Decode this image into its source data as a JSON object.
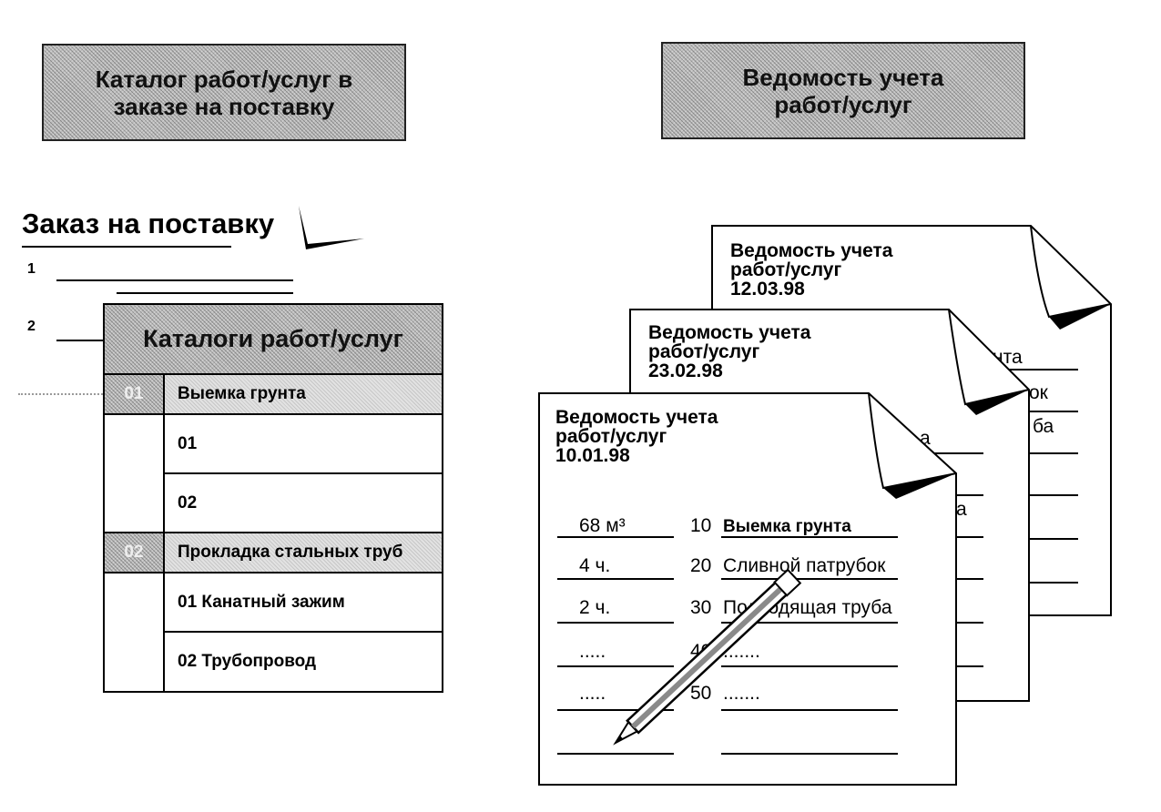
{
  "headers": {
    "left": [
      "Каталог работ/услуг в",
      "заказе на поставку"
    ],
    "right": [
      "Ведомость учета",
      "работ/услуг"
    ]
  },
  "order": {
    "title": "Заказ на поставку",
    "item1": "1",
    "item2": "2"
  },
  "catalog": {
    "title": "Каталоги работ/услуг",
    "groups": [
      {
        "code": "01",
        "name": "Выемка грунта",
        "items": [
          "01",
          "02"
        ]
      },
      {
        "code": "02",
        "name": "Прокладка стальных труб",
        "items": [
          "01 Канатный зажим",
          "02 Трубопровод"
        ]
      }
    ]
  },
  "sheets": {
    "back": {
      "title": [
        "Ведомость учета",
        "работ/услуг"
      ],
      "date": "12.03.98",
      "fragments": [
        "нта",
        "ок",
        "ба"
      ]
    },
    "middle": {
      "title": [
        "Ведомость учета",
        "работ/услуг"
      ],
      "date": "23.02.98",
      "fragments": [
        "а",
        "а"
      ]
    },
    "front": {
      "title": [
        "Ведомость учета",
        "работ/услуг"
      ],
      "date": "10.01.98",
      "rows": [
        {
          "qty": "68 м³",
          "num": "10",
          "desc": "Выемка грунта"
        },
        {
          "qty": "4 ч.",
          "num": "20",
          "desc": "Сливной патрубок"
        },
        {
          "qty": "2 ч.",
          "num": "30",
          "desc": "Подводящая труба"
        },
        {
          "qty": ".....",
          "num": "40",
          "desc": "......."
        },
        {
          "qty": ".....",
          "num": "50",
          "desc": "......."
        }
      ]
    }
  },
  "icons": {
    "pen": "pen-icon",
    "check": "checkmark-icon"
  }
}
